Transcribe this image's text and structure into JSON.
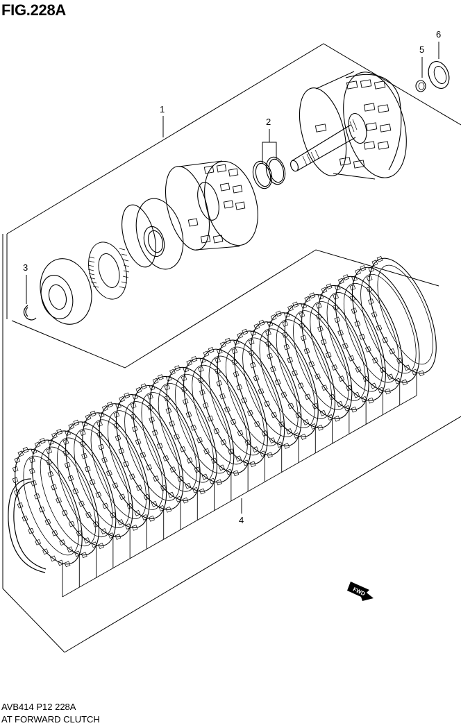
{
  "figure": {
    "title": "FIG.228A",
    "code": "AVB414 P12 228A",
    "name": "AT FORWARD CLUTCH"
  },
  "callouts": [
    {
      "id": "1",
      "part": "forward-clutch-drum-assembly"
    },
    {
      "id": "2",
      "part": "seal-rings"
    },
    {
      "id": "3",
      "part": "snap-ring"
    },
    {
      "id": "4",
      "part": "clutch-plates-set"
    },
    {
      "id": "5",
      "part": "thrust-washer"
    },
    {
      "id": "6",
      "part": "bearing-race"
    }
  ],
  "direction_arrow": {
    "label": "FWD"
  }
}
